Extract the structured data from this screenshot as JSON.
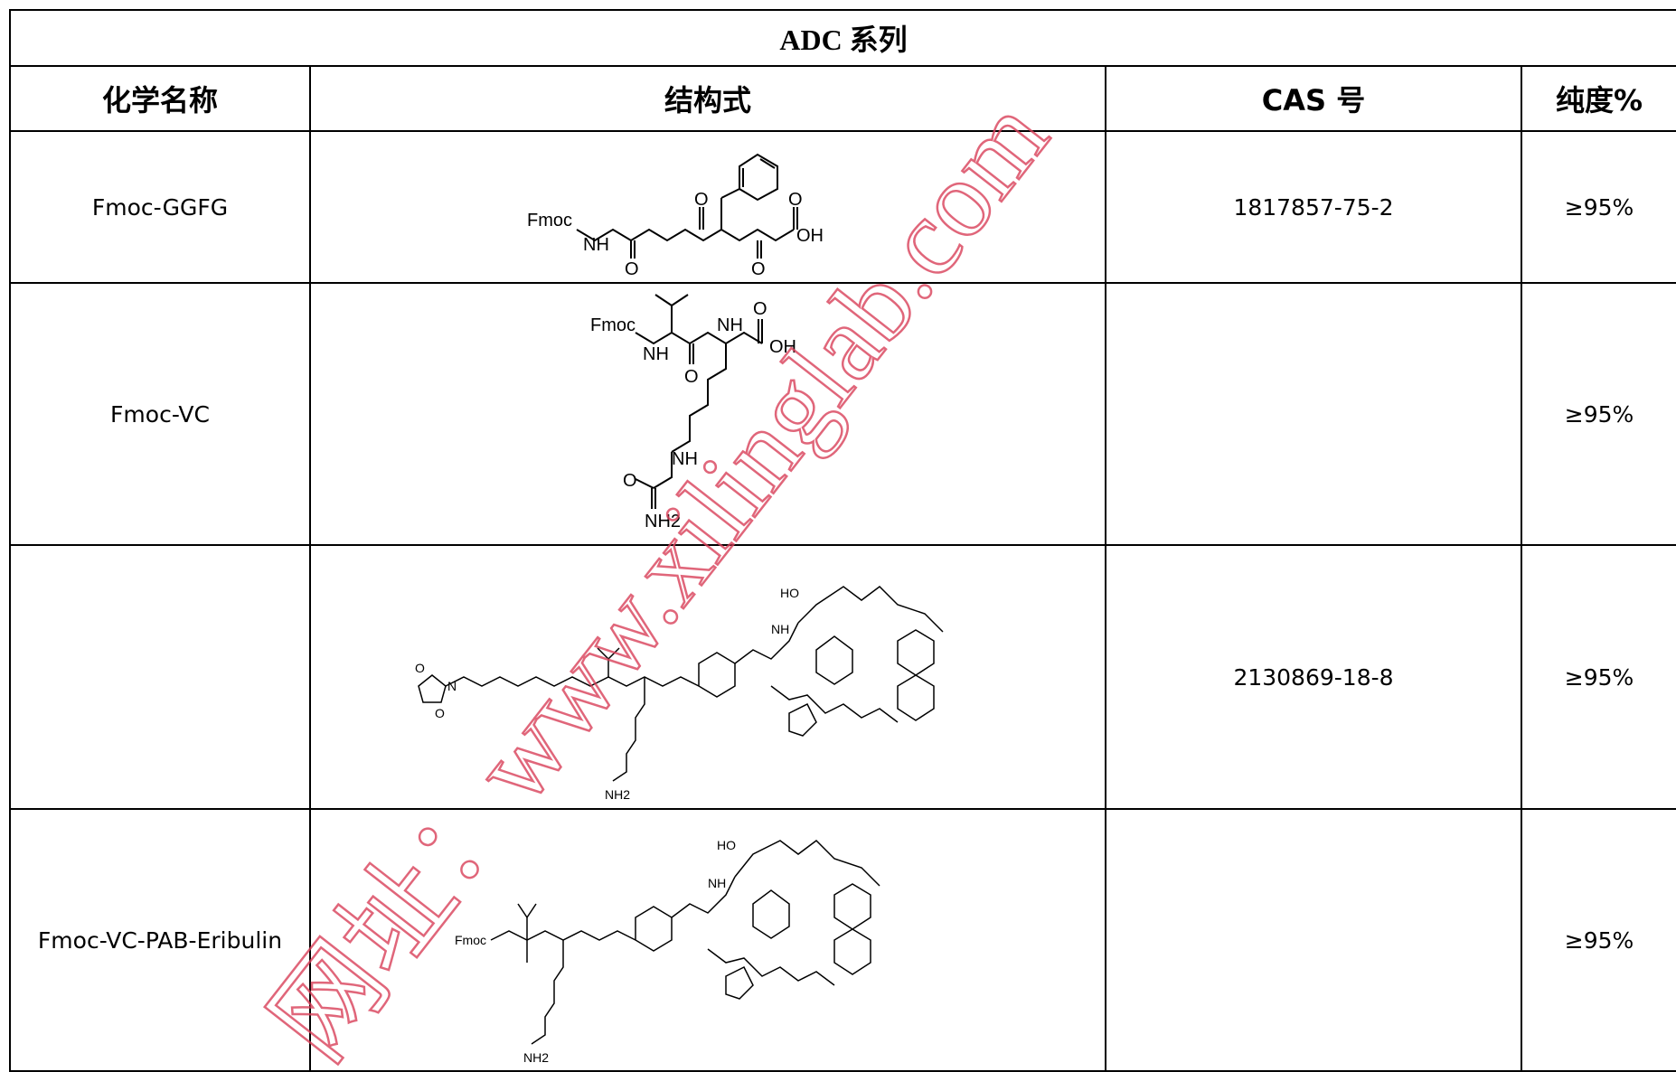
{
  "table": {
    "title": "ADC 系列",
    "headers": [
      "化学名称",
      "结构式",
      "CAS 号",
      "纯度%"
    ],
    "rows": [
      {
        "name": "Fmoc-GGFG",
        "structure": "Fmoc-GGFG structure",
        "cas": "1817857-75-2",
        "purity": "≥95%"
      },
      {
        "name": "Fmoc-VC",
        "structure": "Fmoc-VC structure",
        "cas": "",
        "purity": "≥95%"
      },
      {
        "name": "",
        "structure": "Mal-PEG2-VC-PAB-Eribulin structure",
        "cas": "2130869-18-8",
        "purity": "≥95%"
      },
      {
        "name": "Fmoc-VC-PAB-Eribulin",
        "structure": "Fmoc-VC-PAB-Eribulin structure",
        "cas": "",
        "purity": "≥95%"
      }
    ]
  },
  "structure_labels": {
    "fmoc": "Fmoc",
    "nh": "NH",
    "n": "N",
    "h": "H",
    "o": "O",
    "oh": "OH",
    "nh2": "NH2",
    "ho": "HO"
  },
  "watermark": {
    "text": "网址：www.xilinglab.com",
    "color": "#d9405a"
  }
}
